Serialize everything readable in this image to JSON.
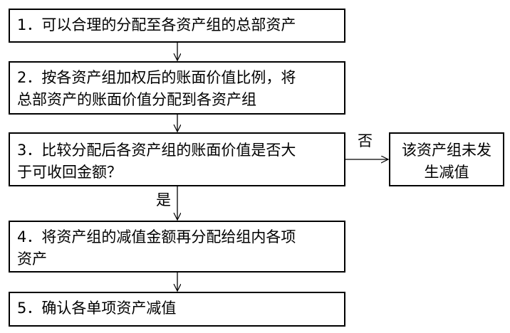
{
  "steps": [
    {
      "text": "1．可以合理的分配至各资产组的总部资产"
    },
    {
      "text": "2．按各资产组加权后的账面价值比例，将\n总部资产的账面价值分配到各资产组"
    },
    {
      "text": "3．比较分配后各资产组的账面价值是否大\n于可收回金额？"
    },
    {
      "text": "4．将资产组的减值金额再分配给组内各项\n资产"
    },
    {
      "text": "5．确认各单项资产减值"
    }
  ],
  "side_box": {
    "text": "该资产组未发\n生减值"
  },
  "edges": {
    "no_label": "否",
    "yes_label": "是"
  }
}
